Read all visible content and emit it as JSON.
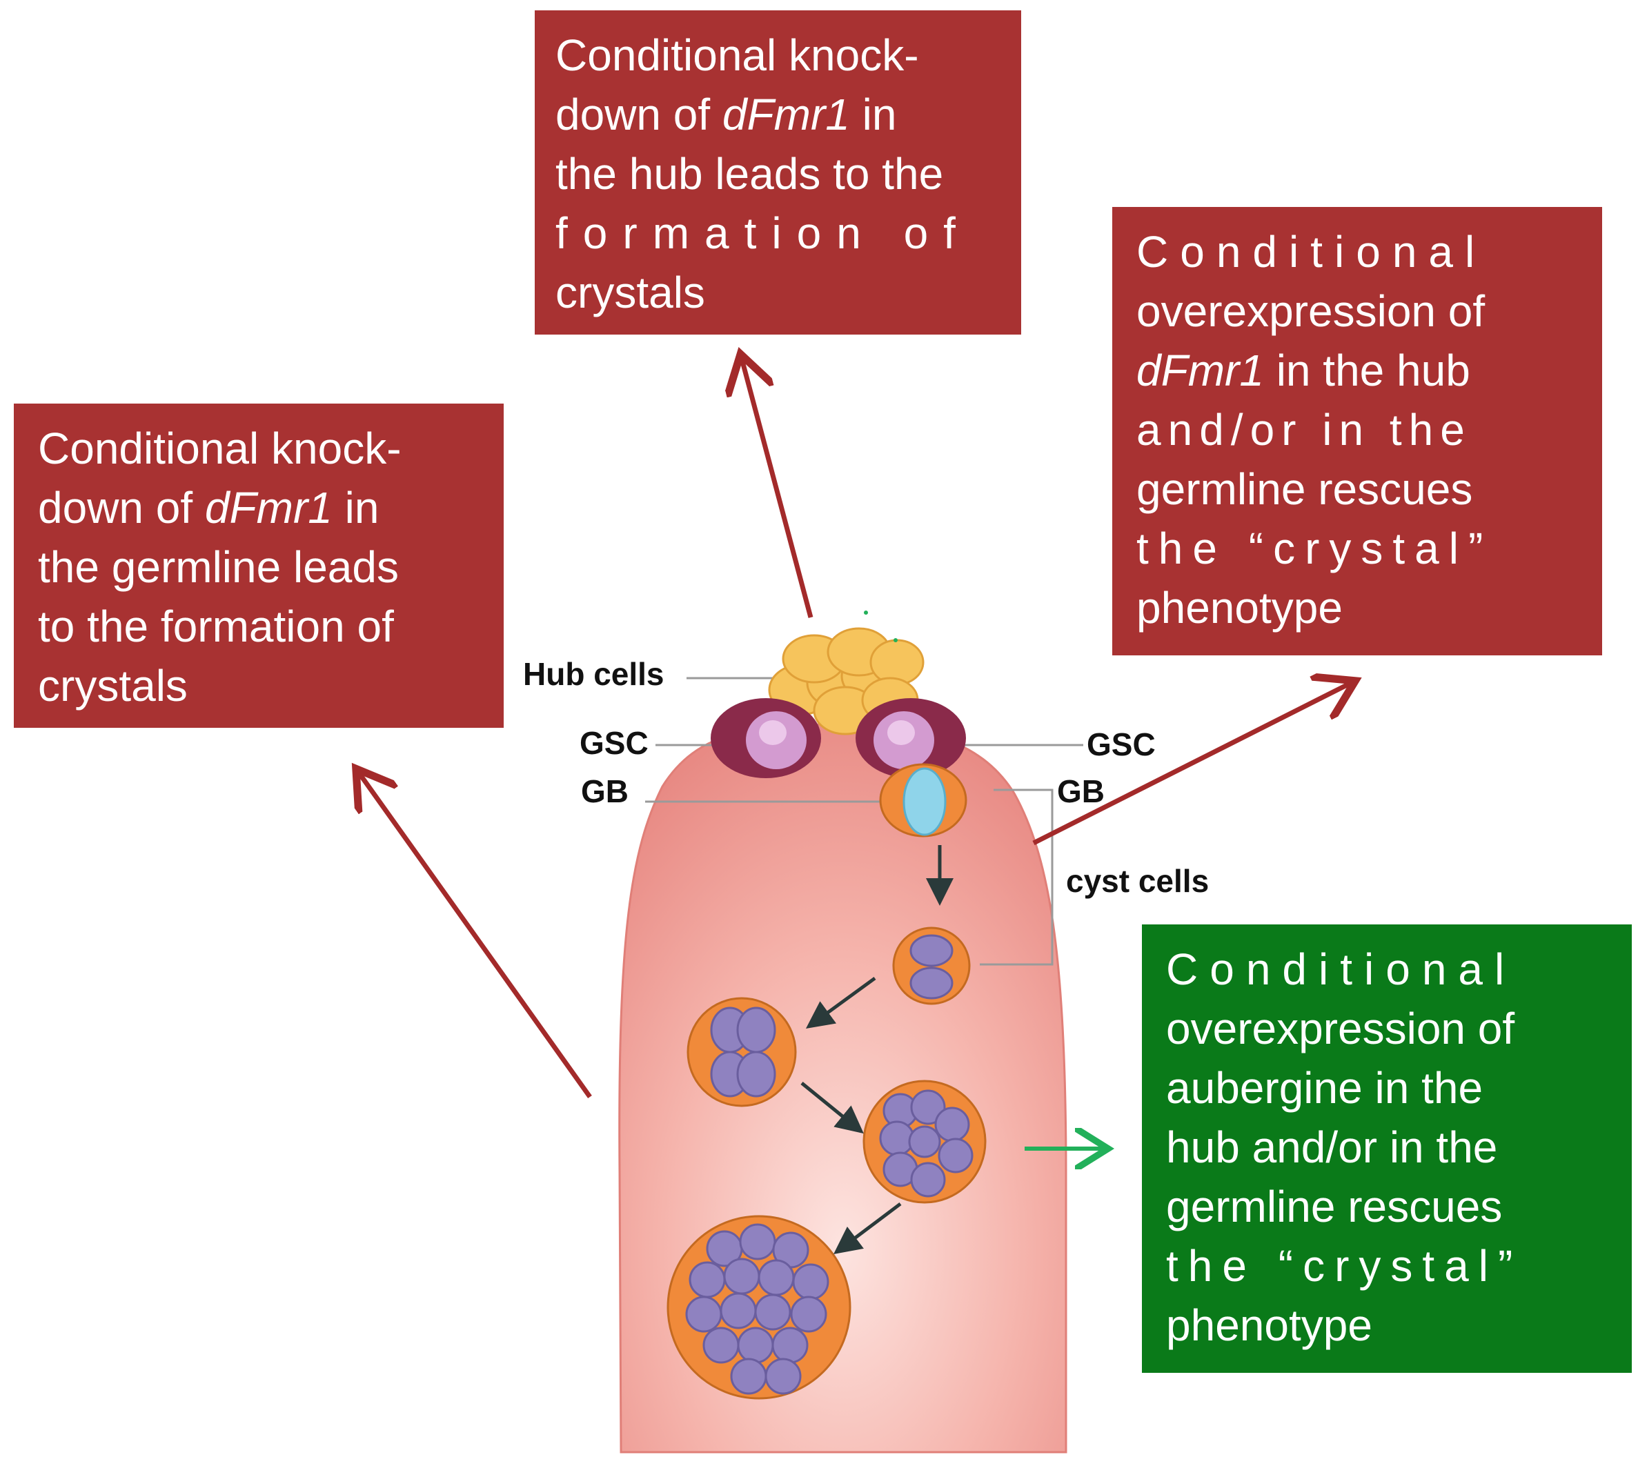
{
  "colors": {
    "box_red": "#a83232",
    "box_green": "#0a7a19",
    "arrow_red": "#a32a2a",
    "arrow_green": "#22b05a",
    "testis_fill": "#e88a84",
    "hub_cell": "#f6c45c",
    "gsc_outer": "#8a2a4a",
    "gsc_inner": "#d39bd0",
    "cyst_orange": "#f08a3a",
    "germ_purple": "#8f82c0",
    "gb_blue": "#8fd4ea",
    "inner_arrow": "#2a3a3a"
  },
  "boxes": {
    "top": {
      "line1": "Conditional knock-",
      "line2_pre": "down of ",
      "line2_gene": "dFmr1",
      "line2_post": " in",
      "line3": "the hub leads to the",
      "line4": "formation of",
      "line5": "crystals"
    },
    "left": {
      "line1": "Conditional knock-",
      "line2_pre": "down of ",
      "line2_gene": "dFmr1",
      "line2_post": " in",
      "line3": "the germline leads",
      "line4": "to the formation of",
      "line5": "crystals"
    },
    "right": {
      "line1": "Conditional",
      "line2": "overexpression of",
      "line3_gene": "dFmr1",
      "line3_post": " in the hub",
      "line4": "and/or in the",
      "line5": "germline rescues",
      "line6": "the “crystal”",
      "line7": "phenotype"
    },
    "green": {
      "line1": "Conditional",
      "line2": "overexpression of",
      "line3": "aubergine in the",
      "line4": "hub and/or in the",
      "line5": "germline rescues",
      "line6": "the “crystal”",
      "line7": "phenotype"
    }
  },
  "labels": {
    "hub_cells": "Hub cells",
    "gsc_left": "GSC",
    "gsc_right": "GSC",
    "gb_left": "GB",
    "gb_right": "GB",
    "cyst_cells": "cyst cells"
  }
}
